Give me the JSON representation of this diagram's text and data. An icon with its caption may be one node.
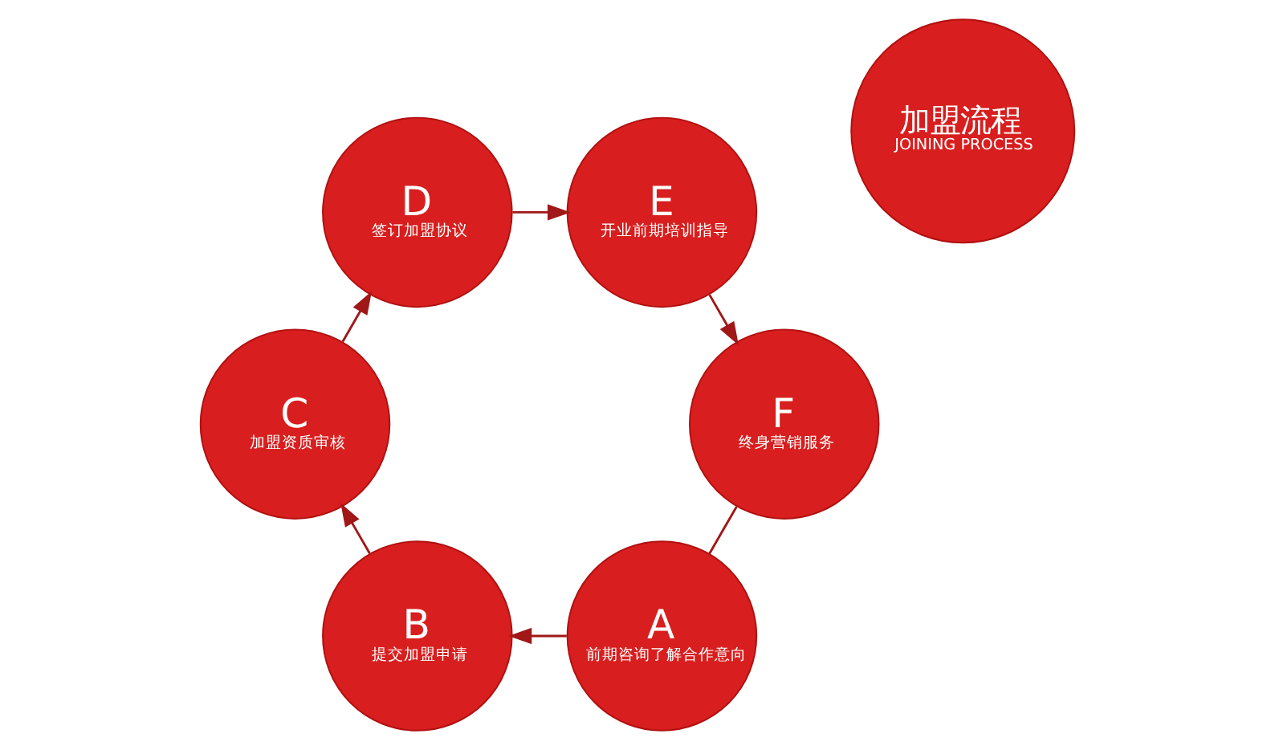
{
  "diagram": {
    "nodes": [
      {
        "text": [
          "A",
          "前期咨询了解合作意向"
        ]
      },
      {
        "text": [
          "B",
          "提交加盟申请"
        ]
      },
      {
        "text": [
          "C",
          "加盟资质审核"
        ]
      },
      {
        "text": [
          "D",
          "签订加盟协议"
        ]
      },
      {
        "text": [
          "E",
          "开业前期培训指导"
        ]
      },
      {
        "text": [
          "F",
          "终身营销服务"
        ]
      },
      {
        "text": [
          "加盟流程",
          "JOINING PROCESS"
        ]
      }
    ],
    "edges": [
      {
        "from": 0,
        "to": 1,
        "arrow": "to"
      },
      {
        "from": 1,
        "to": 2,
        "arrow": "to"
      },
      {
        "from": 2,
        "to": 3,
        "arrow": "to"
      },
      {
        "from": 3,
        "to": 4,
        "arrow": "to"
      },
      {
        "from": 4,
        "to": 5,
        "arrow": "to"
      },
      {
        "from": 5,
        "to": 0,
        "arrow": "none"
      }
    ]
  }
}
